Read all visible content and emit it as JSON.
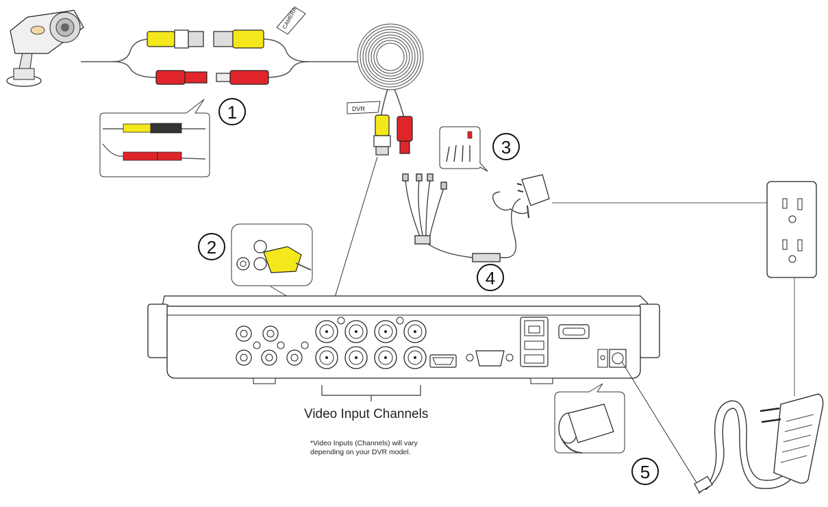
{
  "labels": {
    "camera_tag": "CAMERA",
    "dvr_tag": "DVR",
    "video_input_channels": "Video Input Channels",
    "note_line1": "*Video Inputs (Channels) will vary",
    "note_line2": "depending on your DVR model."
  },
  "steps": [
    "1",
    "2",
    "3",
    "4",
    "5"
  ],
  "colors": {
    "video_connector": "#f4e81c",
    "power_connector": "#e0262b",
    "line": "#555555",
    "outline": "#1a1a1a"
  }
}
